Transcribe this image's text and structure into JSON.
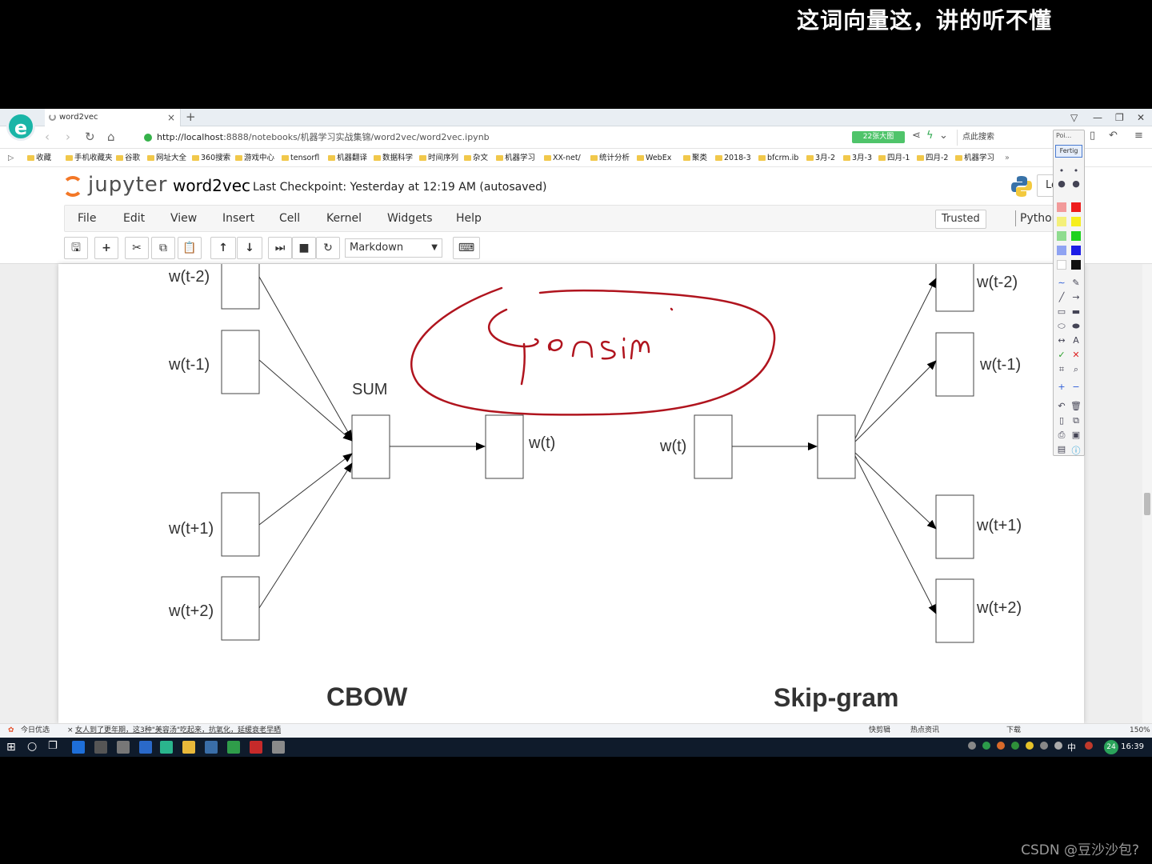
{
  "overlay": {
    "subtitle": "这词向量这，讲的听不懂",
    "watermark": "CSDN @豆沙沙包?"
  },
  "browser": {
    "tab_title": "word2vec",
    "url_host": "http://localhost",
    "url_rest": ":8888/notebooks/机器学习实战集锦/word2vec/word2vec.ipynb",
    "green_pill": "22张大图",
    "search_placeholder": "点此搜索",
    "bookmarks": [
      "收藏",
      "手机收藏夹",
      "谷歌",
      "网址大全",
      "360搜索",
      "游戏中心",
      "tensorfl",
      "机器翻译",
      "数据科学",
      "时间序列",
      "杂文",
      "机器学习",
      "XX-net/",
      "统计分析",
      "WebEx",
      "聚类",
      "2018-3",
      "bfcrm.ib",
      "3月-2",
      "3月-3",
      "四月-1",
      "四月-2",
      "机器学习"
    ],
    "status_left_1": "今日优选",
    "status_left_2": "女人到了更年期，这3种\"美容汤\"吃起来，抗氧化，延缓衰老早晒",
    "status_right": [
      "快剪辑",
      "热点资讯",
      "下载"
    ],
    "zoom": "150%"
  },
  "jupyter": {
    "logo_text": "jupyter",
    "notebook_name": "word2vec",
    "checkpoint": "Last Checkpoint: Yesterday at 12:19 AM (autosaved)",
    "logout_label": "Lo",
    "menu": [
      "File",
      "Edit",
      "View",
      "Insert",
      "Cell",
      "Kernel",
      "Widgets",
      "Help"
    ],
    "trusted": "Trusted",
    "kernel": "Python",
    "cell_type": "Markdown"
  },
  "palette": {
    "label": "Poi...",
    "button": "Fertig"
  },
  "diagram": {
    "cbow_inputs": [
      "w(t-2)",
      "w(t-1)",
      "w(t+1)",
      "w(t+2)"
    ],
    "sum_label": "SUM",
    "cbow_output": "w(t)",
    "skip_input": "w(t)",
    "skip_outputs": [
      "w(t-2)",
      "w(t-1)",
      "w(t+1)",
      "w(t+2)"
    ],
    "cbow_title": "CBOW",
    "skip_title": "Skip-gram",
    "handwriting": "gensim"
  },
  "taskbar": {
    "clock": "16:39",
    "badge": "24",
    "ime": "中"
  },
  "colors": {
    "ink": "#b0141e",
    "jupyter_orange": "#f37726",
    "taskbar": "#0f1b2b"
  }
}
